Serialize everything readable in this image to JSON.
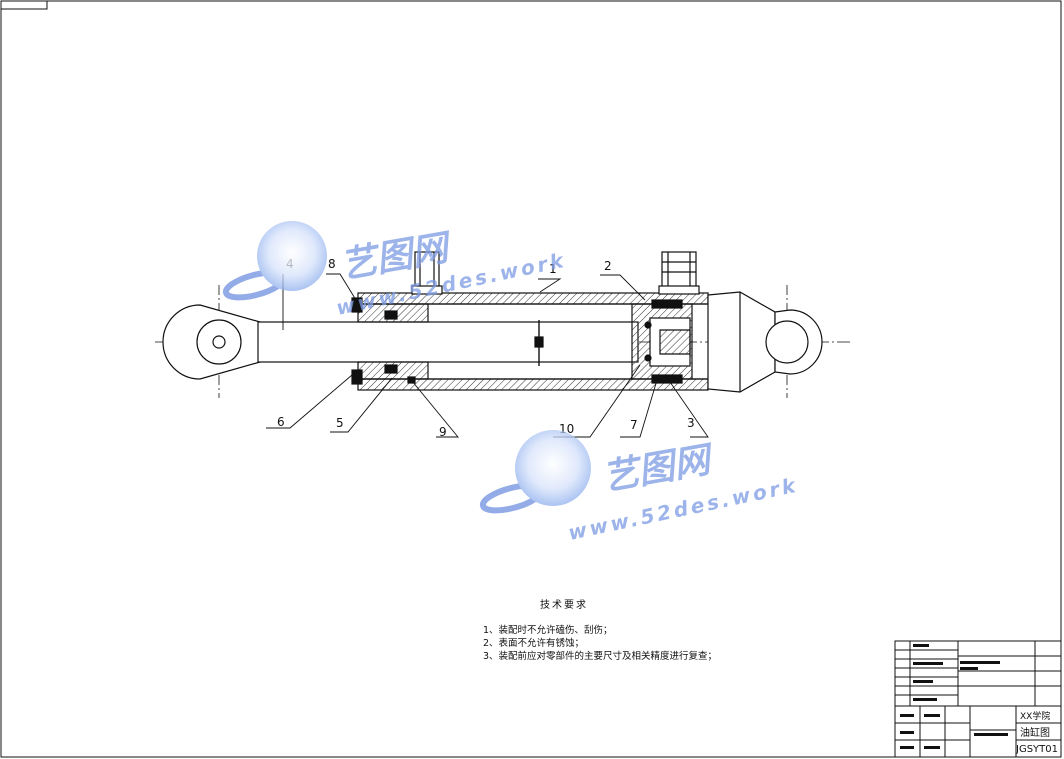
{
  "callouts": [
    "1",
    "2",
    "3",
    "4",
    "5",
    "6",
    "7",
    "8",
    "9",
    "10"
  ],
  "watermark": {
    "brand": "艺图网",
    "url": "www.52des.work"
  },
  "technical_requirements": {
    "title": "技术要求",
    "items": [
      "1、装配时不允许磕伤、刮伤；",
      "2、表面不允许有锈蚀；",
      "3、装配前应对零部件的主要尺寸及相关精度进行复查；"
    ]
  },
  "title_block": {
    "school": "XX学院",
    "drawing_name": "油缸图",
    "drawing_number": "JGSYT01"
  },
  "colors": {
    "line": "#111111",
    "hatch": "#333333",
    "watermark": "#5b7fd6"
  }
}
